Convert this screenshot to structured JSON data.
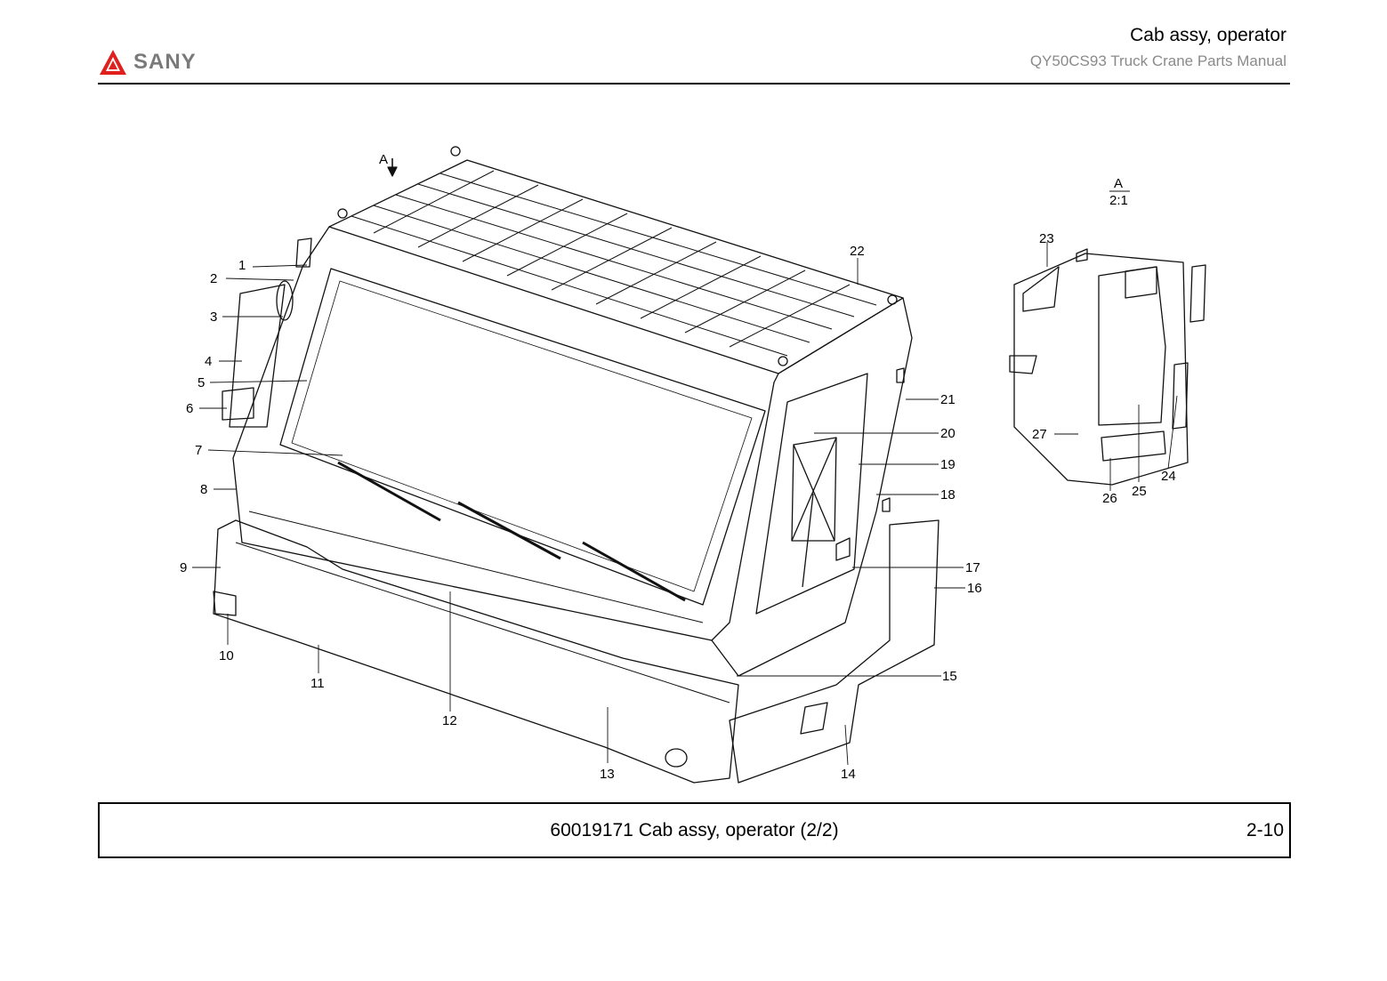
{
  "header": {
    "brand": "SANY",
    "title": "Cab assy, operator",
    "subtitle": "QY50CS93 Truck Crane  Parts Manual"
  },
  "drawing": {
    "view_arrow_label": "A",
    "detail_view": {
      "label": "A",
      "scale": "2:1"
    },
    "callouts": [
      "1",
      "2",
      "3",
      "4",
      "5",
      "6",
      "7",
      "8",
      "9",
      "10",
      "11",
      "12",
      "13",
      "14",
      "15",
      "16",
      "17",
      "18",
      "19",
      "20",
      "21",
      "22",
      "23",
      "24",
      "25",
      "26",
      "27"
    ]
  },
  "footer": {
    "caption": "60019171 Cab assy, operator (2/2)",
    "page": "2-10"
  },
  "icons": [
    "sany-logo-icon",
    "view-arrow-icon"
  ]
}
